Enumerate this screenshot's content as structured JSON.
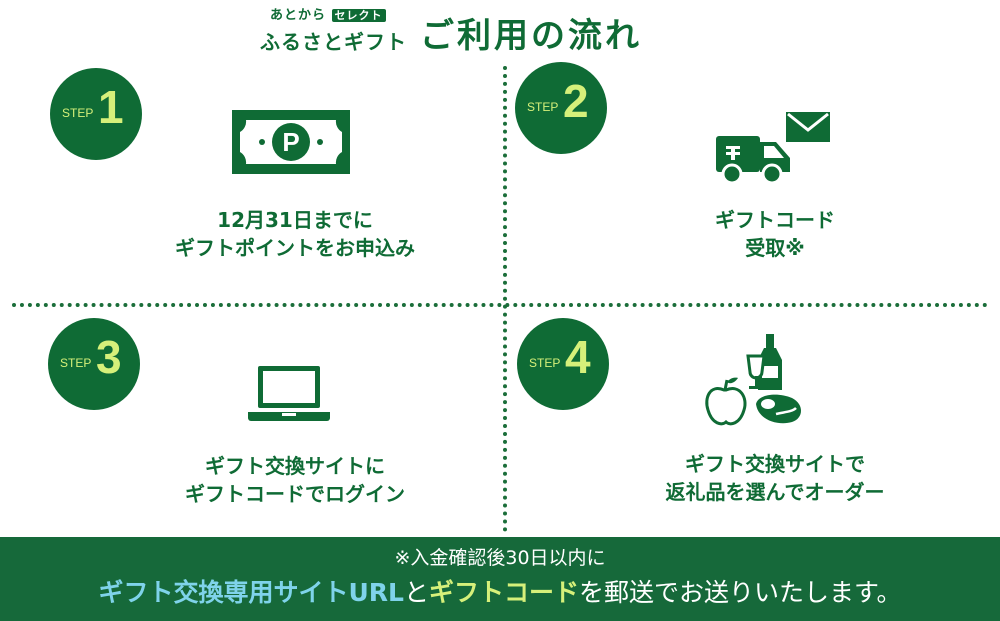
{
  "header": {
    "logo_top_prefix": "あとから",
    "logo_top_badge": "セレクト",
    "logo_bottom": "ふるさとギフト",
    "title": "ご利用の流れ"
  },
  "steps": [
    {
      "label": "STEP",
      "number": "1",
      "caption_line1": "12月31日までに",
      "caption_line2": "ギフトポイントをお申込み",
      "icon": "points-banknote-icon"
    },
    {
      "label": "STEP",
      "number": "2",
      "caption_line1": "ギフトコード",
      "caption_line2": "受取※",
      "icon": "delivery-truck-mail-icon"
    },
    {
      "label": "STEP",
      "number": "3",
      "caption_line1": "ギフト交換サイトに",
      "caption_line2": "ギフトコードでログイン",
      "icon": "laptop-icon"
    },
    {
      "label": "STEP",
      "number": "4",
      "caption_line1": "ギフト交換サイトで",
      "caption_line2": "返礼品を選んでオーダー",
      "icon": "gifts-food-wine-icon"
    }
  ],
  "footer": {
    "line1": "※入金確認後30日以内に",
    "line2_part1": "ギフト交換専用サイトURL",
    "line2_part2": "と",
    "line2_part3": "ギフトコード",
    "line2_part4": "を郵送でお送りいたします。"
  },
  "colors": {
    "primary_green": "#0f6b35",
    "accent_lime": "#d6f07a",
    "accent_blue": "#7fd3ea",
    "background": "#ffffff"
  }
}
